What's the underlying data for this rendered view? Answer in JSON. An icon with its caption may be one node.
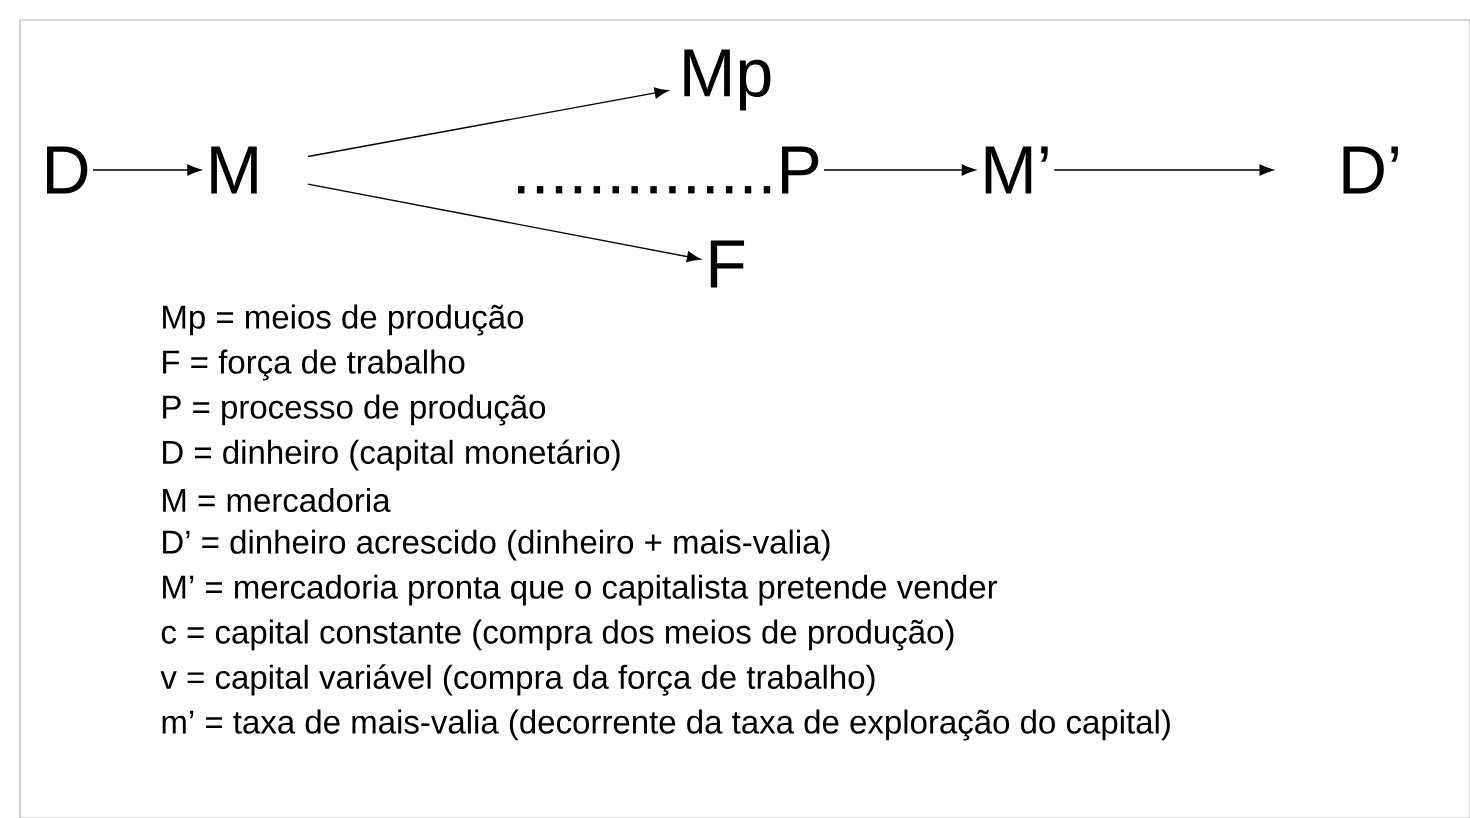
{
  "diagram": {
    "nodes": [
      {
        "text": [
          "D"
        ]
      },
      {
        "text": [
          "M"
        ]
      },
      {
        "text": [
          "Mp"
        ]
      },
      {
        "text": [
          "F"
        ]
      },
      {
        "text": [
          "..............P"
        ]
      },
      {
        "text": [
          "M’"
        ]
      },
      {
        "text": [
          "D’"
        ]
      }
    ],
    "edges": [
      {
        "from": 0,
        "to": 1,
        "arrow": "to"
      },
      {
        "from": 1,
        "to": 2,
        "arrow": "to"
      },
      {
        "from": 1,
        "to": 3,
        "arrow": "to"
      },
      {
        "from": 4,
        "to": 5,
        "arrow": "to"
      },
      {
        "from": 5,
        "to": 6,
        "arrow": "to"
      }
    ],
    "labels": [
      "Mp = meios de produção",
      "F = força de trabalho",
      "P = processo de produção",
      "D = dinheiro (capital monetário)",
      "M = mercadoria",
      "D’ = dinheiro acrescido (dinheiro + mais-valia)",
      "M’ = mercadoria pronta que o capitalista pretende vender",
      "c =  capital constante (compra dos meios de produção)",
      "v = capital variável (compra da força de trabalho)",
      "m’ = taxa de mais-valia (decorrente da taxa de exploração do capital)"
    ]
  }
}
